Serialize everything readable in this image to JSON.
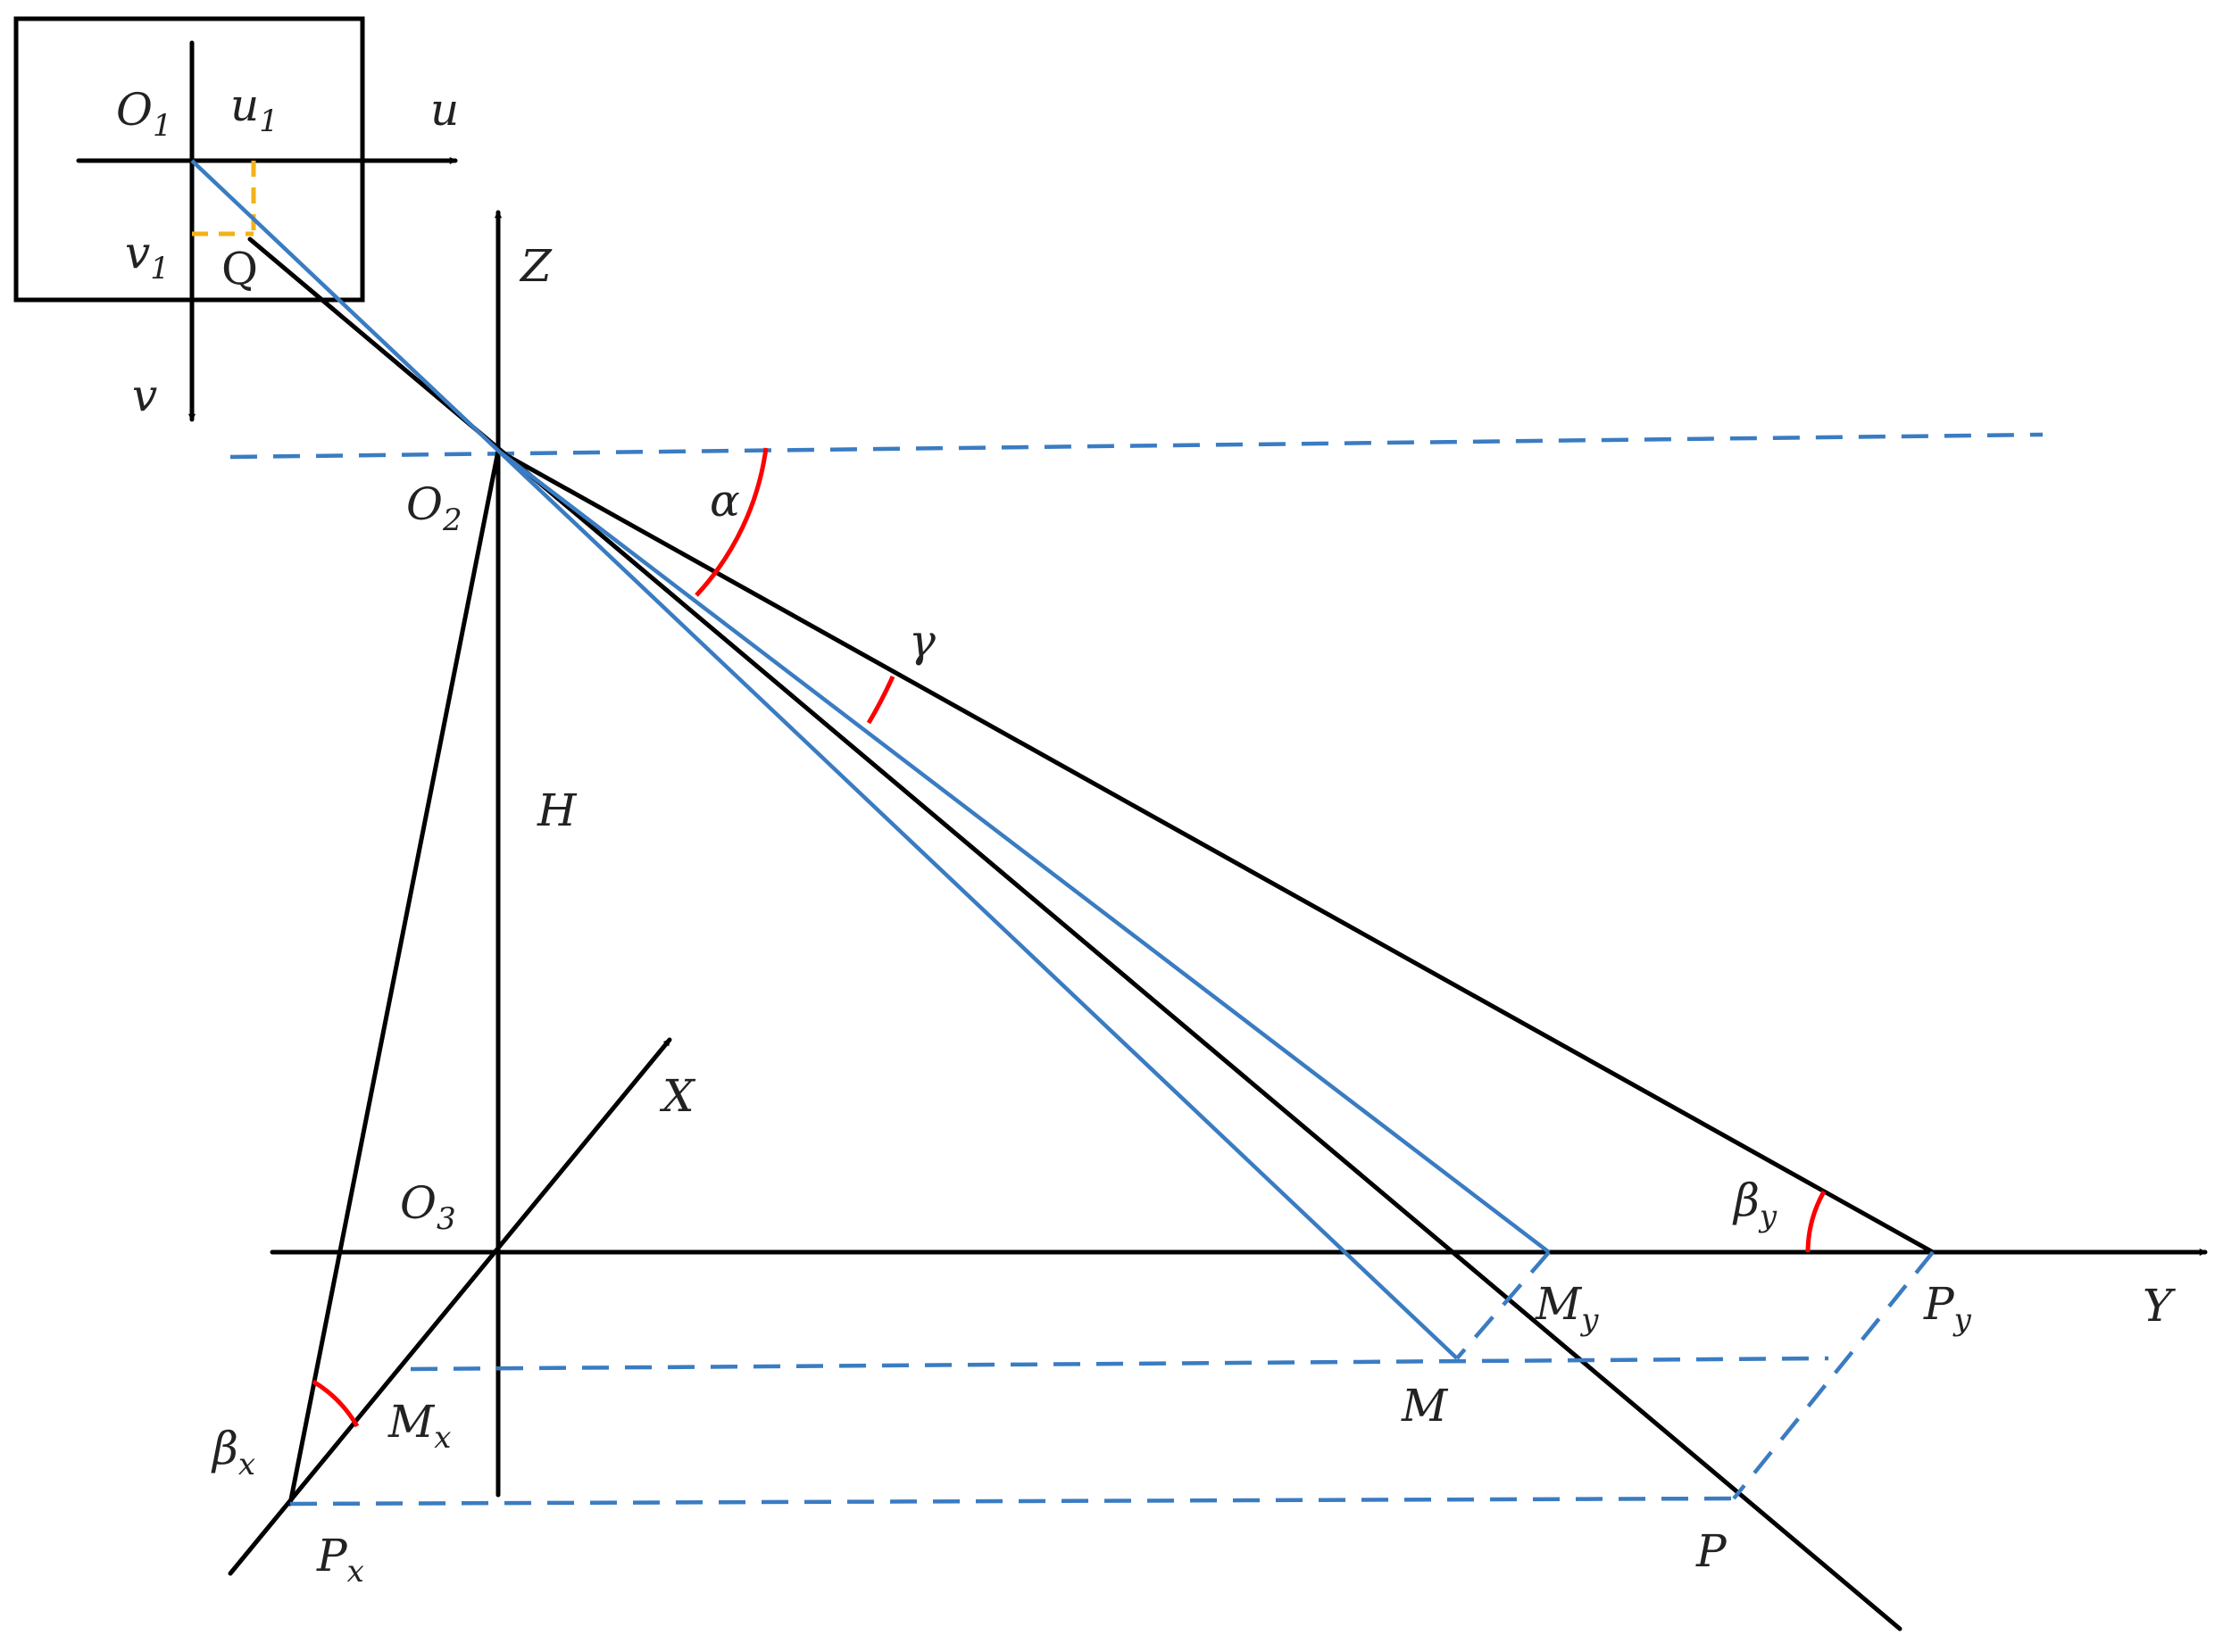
{
  "labels": {
    "O1": {
      "main": "O",
      "sub": "1"
    },
    "u1": {
      "main": "u",
      "sub": "1"
    },
    "u": {
      "main": "u"
    },
    "v1": {
      "main": "v",
      "sub": "1"
    },
    "Q": {
      "main": "Q"
    },
    "v": {
      "main": "v"
    },
    "Z": {
      "main": "Z"
    },
    "O2": {
      "main": "O",
      "sub": "2"
    },
    "alpha": {
      "main": "α"
    },
    "gamma": {
      "main": "γ"
    },
    "H": {
      "main": "H"
    },
    "X": {
      "main": "X"
    },
    "O3": {
      "main": "O",
      "sub": "3"
    },
    "beta_y": {
      "main": "β",
      "sub": "y"
    },
    "M_y": {
      "main": "M",
      "sub": "y"
    },
    "P_y": {
      "main": "P",
      "sub": "y"
    },
    "Y": {
      "main": "Y"
    },
    "M": {
      "main": "M"
    },
    "M_x": {
      "main": "M",
      "sub": "x"
    },
    "beta_x": {
      "main": "β",
      "sub": "x"
    },
    "P_x": {
      "main": "P",
      "sub": "x"
    },
    "P": {
      "main": "P"
    }
  },
  "colors": {
    "axis_lines": "#000000",
    "projection_lines": "#3a7cc2",
    "image_point_guides": "#f2b21a",
    "angle_arcs": "#ff0000",
    "labels": "#222222"
  }
}
